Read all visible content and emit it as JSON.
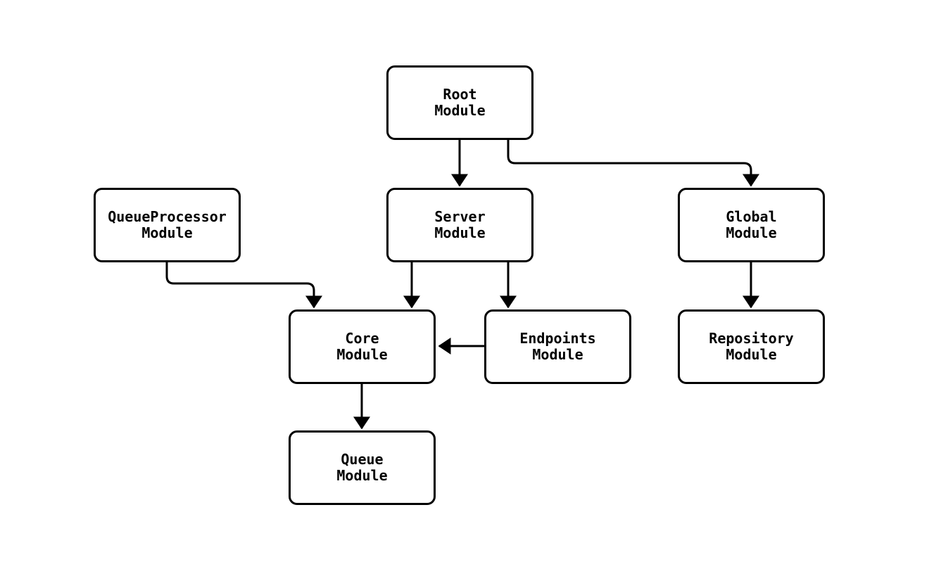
{
  "diagram": {
    "type": "flowchart",
    "background_color": "#ffffff",
    "line_color": "#000000",
    "text_color": "#000000",
    "nodes": [
      {
        "id": "root",
        "lines": [
          "Root",
          "Module"
        ]
      },
      {
        "id": "queueprocessor",
        "lines": [
          "QueueProcessor",
          "Module"
        ]
      },
      {
        "id": "server",
        "lines": [
          "Server",
          "Module"
        ]
      },
      {
        "id": "global",
        "lines": [
          "Global",
          "Module"
        ]
      },
      {
        "id": "core",
        "lines": [
          "Core",
          "Module"
        ]
      },
      {
        "id": "endpoints",
        "lines": [
          "Endpoints",
          "Module"
        ]
      },
      {
        "id": "repository",
        "lines": [
          "Repository",
          "Module"
        ]
      },
      {
        "id": "queue",
        "lines": [
          "Queue",
          "Module"
        ]
      }
    ],
    "edges": [
      {
        "from": "Root Module",
        "to": "Server Module"
      },
      {
        "from": "Root Module",
        "to": "Global Module"
      },
      {
        "from": "QueueProcessor Module",
        "to": "Core Module"
      },
      {
        "from": "Server Module",
        "to": "Core Module"
      },
      {
        "from": "Server Module",
        "to": "Endpoints Module"
      },
      {
        "from": "Endpoints Module",
        "to": "Core Module"
      },
      {
        "from": "Core Module",
        "to": "Queue Module"
      },
      {
        "from": "Global Module",
        "to": "Repository Module"
      }
    ]
  }
}
